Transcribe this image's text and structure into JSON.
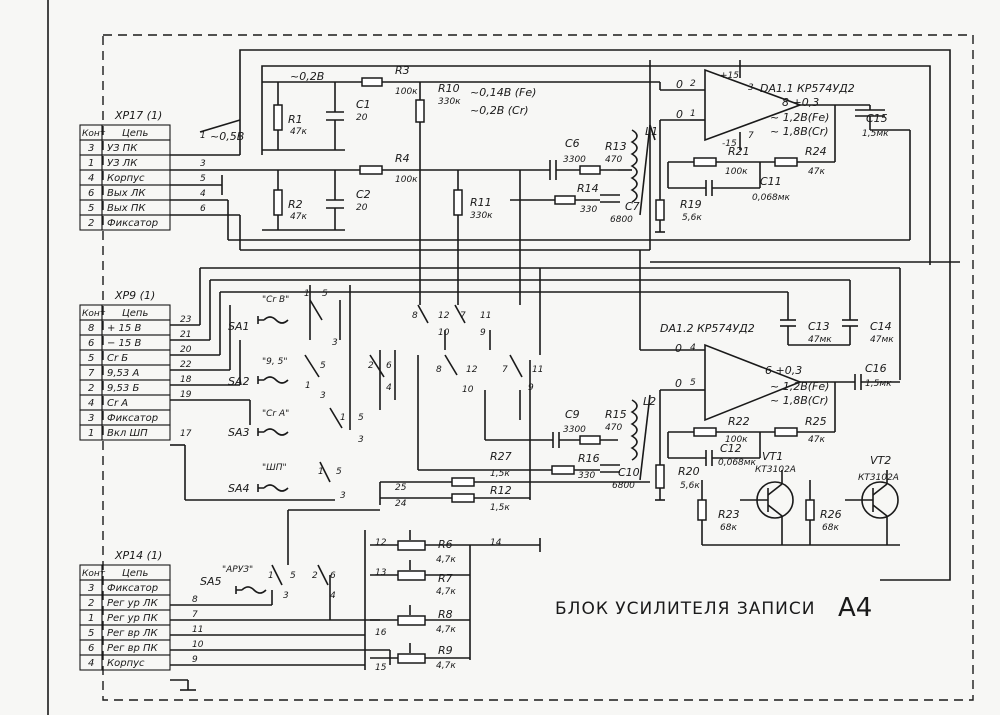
{
  "title": "БЛОК УСИЛИТЕЛЯ ЗАПИСИ",
  "block_code": "A4",
  "connectors": [
    {
      "name": "XP17 (1)",
      "header": [
        "Конт",
        "Цепь"
      ],
      "rows": [
        [
          "3",
          "УЗ ПК"
        ],
        [
          "1",
          "УЗ ЛК"
        ],
        [
          "4",
          "Корпус"
        ],
        [
          "6",
          "Вых ЛК"
        ],
        [
          "5",
          "Вых ПК"
        ],
        [
          "2",
          "Фиксатор"
        ]
      ]
    },
    {
      "name": "XP9 (1)",
      "header": [
        "Конт",
        "Цепь"
      ],
      "rows": [
        [
          "8",
          "+ 15 В"
        ],
        [
          "6",
          "− 15 В"
        ],
        [
          "5",
          "Cr Б"
        ],
        [
          "7",
          "9,53 А"
        ],
        [
          "2",
          "9,53 Б"
        ],
        [
          "4",
          "Cr А"
        ],
        [
          "3",
          "Фиксатор"
        ],
        [
          "1",
          "Вкл ШП"
        ]
      ]
    },
    {
      "name": "XP14 (1)",
      "header": [
        "Конт",
        "Цепь"
      ],
      "rows": [
        [
          "3",
          "Фиксатор"
        ],
        [
          "2",
          "Рег ур ЛК"
        ],
        [
          "1",
          "Рег ур ПК"
        ],
        [
          "5",
          "Рег вр ЛК"
        ],
        [
          "6",
          "Рег вр ПК"
        ],
        [
          "4",
          "Корпус"
        ]
      ]
    }
  ],
  "opamps": [
    {
      "name": "DA1.1 КР574УД2",
      "out_label": "8 +0,3",
      "out_fe": "~ 1,2В(Fe)",
      "out_cr": "~ 1,8В(Cr)"
    },
    {
      "name": "DA1.2 КР574УД2",
      "out_label": "6 +0,3",
      "out_fe": "~ 1,2В(Fe)",
      "out_cr": "~ 1,8В(Cr)"
    }
  ],
  "pins": {
    "plus15": "+15",
    "minus15": "-15",
    "p3": "3",
    "p7": "7",
    "p2": "2",
    "p1": "1",
    "p4": "4",
    "p5": "5"
  },
  "voltages": {
    "v02": "~0,2В",
    "v05": "~0,5В",
    "v014fe": "~0,14В (Fe)",
    "v02cr": "~0,2В (Cr)",
    "in0a": "0",
    "in0b": "0",
    "in0c": "0",
    "in0d": "0"
  },
  "components": {
    "R1": {
      "name": "R1",
      "value": "47к"
    },
    "R2": {
      "name": "R2",
      "value": "47к"
    },
    "R3": {
      "name": "R3",
      "value": "100к"
    },
    "R4": {
      "name": "R4",
      "value": "100к"
    },
    "R10": {
      "name": "R10",
      "value": "330к"
    },
    "R11": {
      "name": "R11",
      "value": "330к"
    },
    "R13": {
      "name": "R13",
      "value": "470"
    },
    "R14": {
      "name": "R14",
      "value": "330"
    },
    "R15": {
      "name": "R15",
      "value": "470"
    },
    "R16": {
      "name": "R16",
      "value": "330"
    },
    "R19": {
      "name": "R19",
      "value": "5,6к"
    },
    "R20": {
      "name": "R20",
      "value": "5,6к"
    },
    "R21": {
      "name": "R21",
      "value": "100к"
    },
    "R22": {
      "name": "R22",
      "value": "100к"
    },
    "R23": {
      "name": "R23",
      "value": "68к"
    },
    "R24": {
      "name": "R24",
      "value": "47к"
    },
    "R25": {
      "name": "R25",
      "value": "47к"
    },
    "R26": {
      "name": "R26",
      "value": "68к"
    },
    "R27": {
      "name": "R27",
      "value": "1,5к"
    },
    "R12": {
      "name": "R12",
      "value": "1,5к"
    },
    "R6": {
      "name": "R6",
      "value": "4,7к"
    },
    "R7": {
      "name": "R7",
      "value": "4,7к"
    },
    "R8": {
      "name": "R8",
      "value": "4,7к"
    },
    "R9": {
      "name": "R9",
      "value": "4,7к"
    },
    "C1": {
      "name": "C1",
      "value": "20"
    },
    "C2": {
      "name": "C2",
      "value": "20"
    },
    "C6": {
      "name": "C6",
      "value": "3300"
    },
    "C7": {
      "name": "C7",
      "value": "6800"
    },
    "C9": {
      "name": "C9",
      "value": "3300"
    },
    "C10": {
      "name": "C10",
      "value": "6800"
    },
    "C11": {
      "name": "C11",
      "value": "0,068мк"
    },
    "C12": {
      "name": "C12",
      "value": "0,068мк"
    },
    "C13": {
      "name": "C13",
      "value": "47мк"
    },
    "C14": {
      "name": "C14",
      "value": "47мк"
    },
    "C15": {
      "name": "C15",
      "value": "1,5мк"
    },
    "C16": {
      "name": "C16",
      "value": "1,5мк"
    },
    "L1": {
      "name": "L1"
    },
    "L2": {
      "name": "L2"
    },
    "VT1": {
      "name": "VT1",
      "value": "КТ3102А"
    },
    "VT2": {
      "name": "VT2",
      "value": "КТ3102А"
    }
  },
  "switches": [
    {
      "name": "SA1",
      "label": "\"Cr В\""
    },
    {
      "name": "SA2",
      "label": "\"9, 5\""
    },
    {
      "name": "SA3",
      "label": "\"Cr А\""
    },
    {
      "name": "SA4",
      "label": "\"ШП\""
    },
    {
      "name": "SA5",
      "label": "\"АРУЗ\""
    }
  ],
  "switch_contacts": {
    "c1": "1",
    "c2": "2",
    "c3": "3",
    "c4": "4",
    "c5": "5",
    "c6": "6",
    "c7": "7",
    "c8": "8",
    "c9": "9",
    "c10": "10",
    "c11": "11",
    "c12": "12"
  },
  "nodes": {
    "n1": "1",
    "n2": "2",
    "n3": "3",
    "n4": "4",
    "n5": "5",
    "n6": "6",
    "n7": "7",
    "n8": "8",
    "n9": "9",
    "n10": "10",
    "n11": "11",
    "n12": "12",
    "n13": "13",
    "n14": "14",
    "n15": "15",
    "n16": "16",
    "n17": "17",
    "n18": "18",
    "n19": "19",
    "n20": "20",
    "n21": "21",
    "n22": "22",
    "n23": "23",
    "n24": "24",
    "n25": "25"
  }
}
